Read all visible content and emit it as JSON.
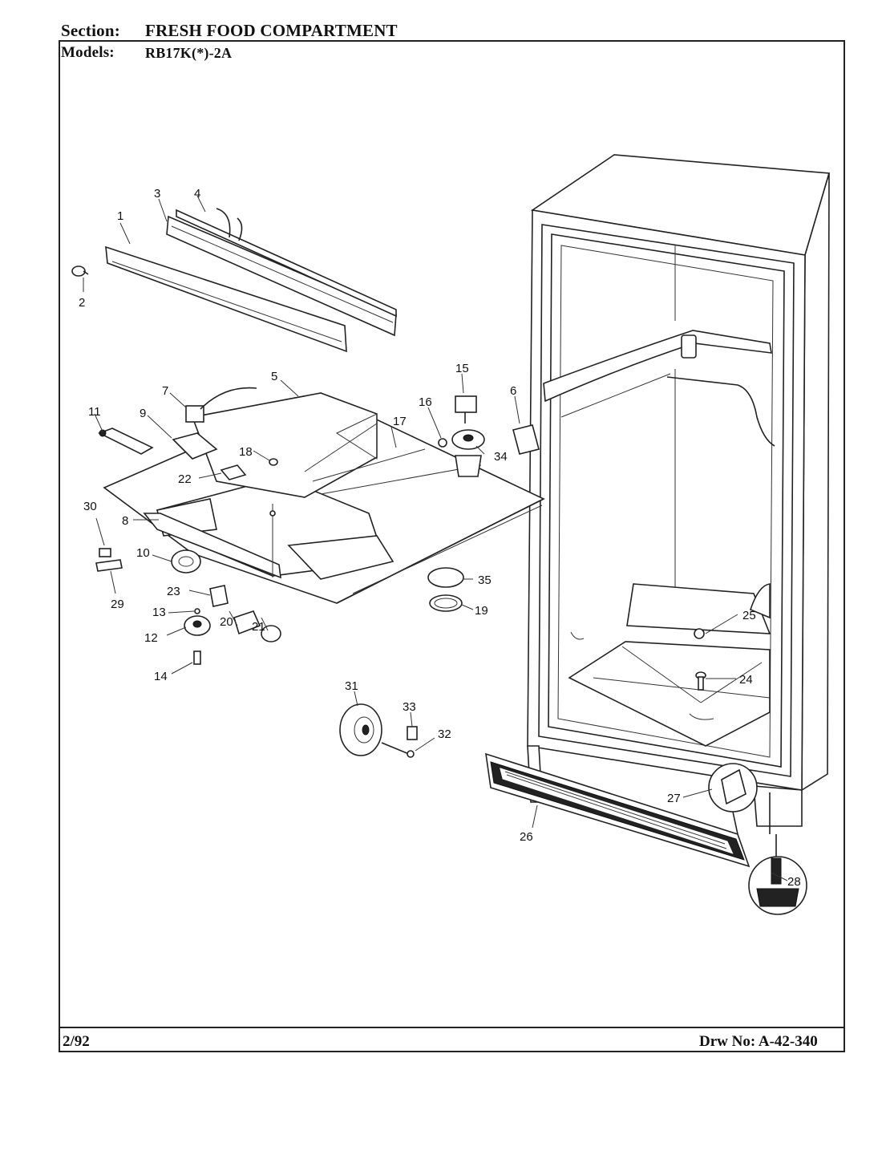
{
  "header": {
    "section_label": "Section:",
    "section_value": "FRESH FOOD COMPARTMENT",
    "models_label": "Models:",
    "models_value": "RB17K(*)-2A"
  },
  "footer": {
    "date": "2/92",
    "drawing_number": "Drw No: A-42-340"
  },
  "callouts": [
    "1",
    "2",
    "3",
    "4",
    "5",
    "6",
    "7",
    "8",
    "9",
    "10",
    "11",
    "12",
    "13",
    "14",
    "15",
    "16",
    "17",
    "18",
    "19",
    "20",
    "21",
    "22",
    "23",
    "24",
    "25",
    "26",
    "27",
    "28",
    "29",
    "30",
    "31",
    "32",
    "33",
    "34",
    "35"
  ]
}
